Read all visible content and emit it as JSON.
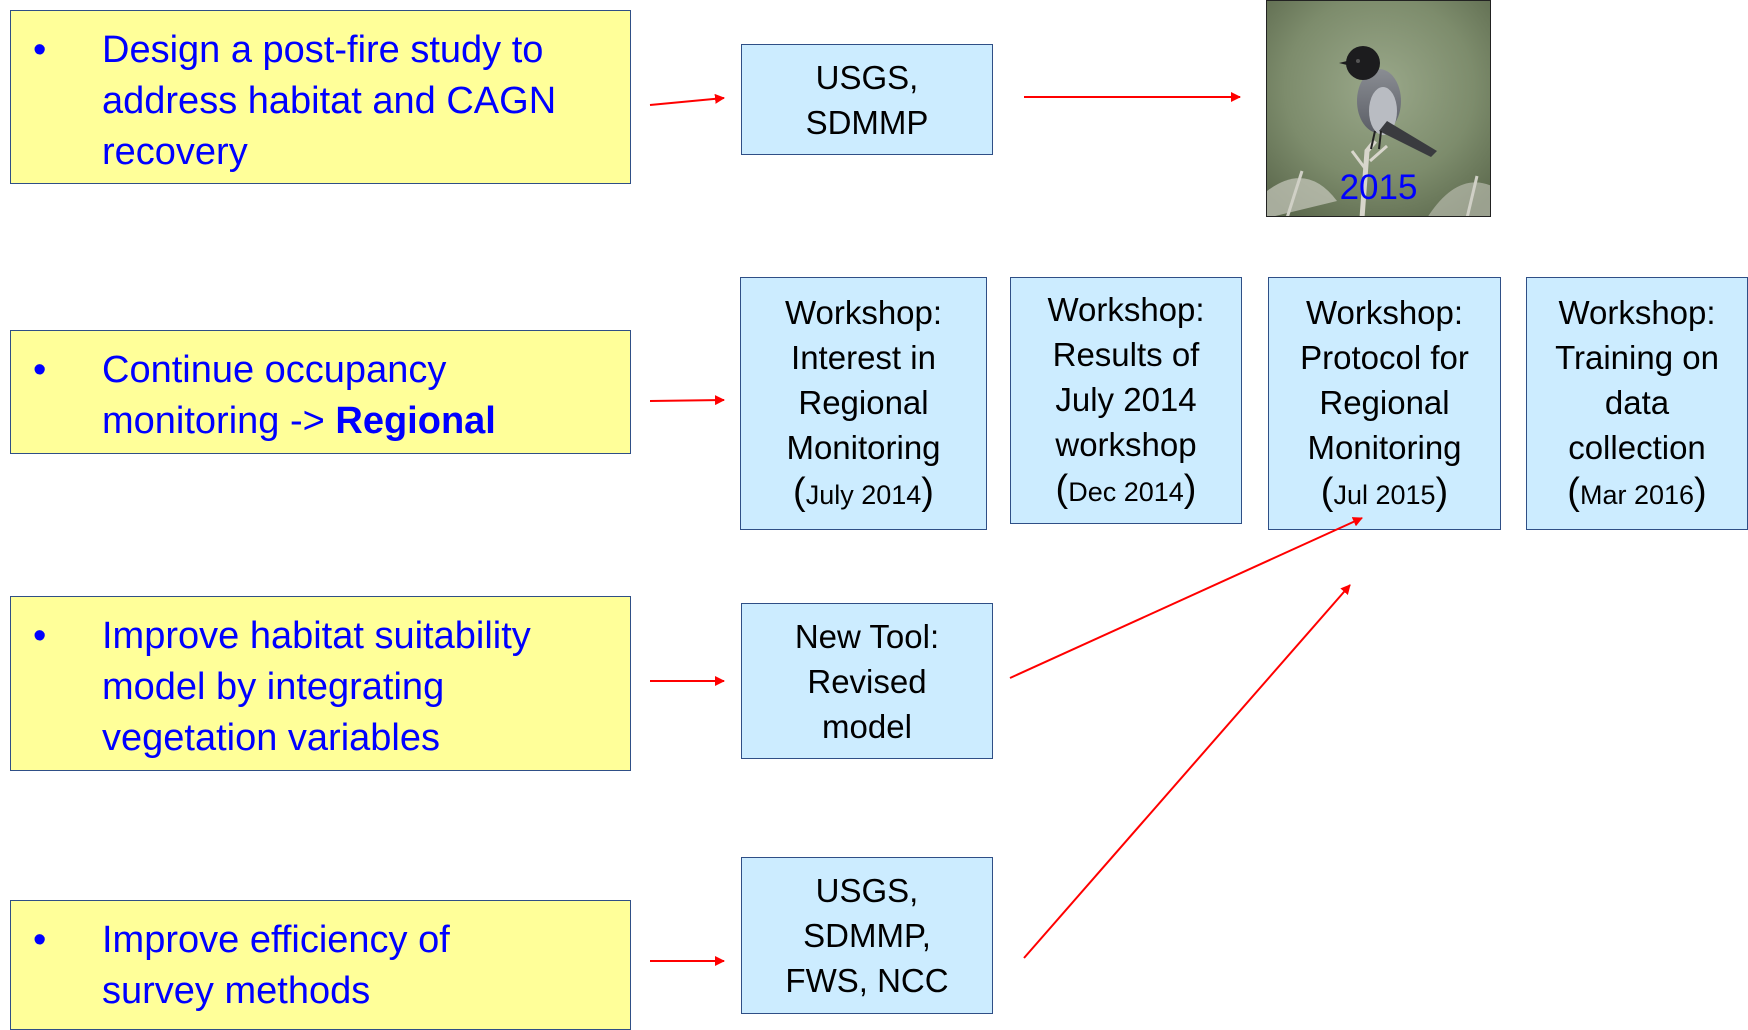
{
  "goals": [
    {
      "bullet": "•",
      "lines": [
        "Design a post-fire study to",
        "address habitat and CAGN",
        "recovery"
      ]
    },
    {
      "bullet": "•",
      "line1": "Continue occupancy",
      "line2_prefix": "monitoring -> ",
      "line2_bold": "Regional"
    },
    {
      "bullet": "•",
      "lines": [
        "Improve habitat suitability",
        "model by integrating",
        "vegetation variables"
      ]
    },
    {
      "bullet": "•",
      "lines": [
        "Improve efficiency of",
        "survey methods"
      ]
    }
  ],
  "outputs": {
    "partners1": [
      "USGS,",
      "SDMMP"
    ],
    "tool": [
      "New Tool:",
      "Revised",
      "model"
    ],
    "partners2": [
      "USGS,",
      "SDMMP,",
      "FWS, NCC"
    ]
  },
  "workshops": [
    {
      "lines": [
        "Workshop:",
        "Interest in",
        "Regional",
        "Monitoring"
      ],
      "date": "July 2014"
    },
    {
      "lines": [
        "Workshop:",
        "Results of",
        "July 2014",
        "workshop"
      ],
      "date": "Dec 2014"
    },
    {
      "lines": [
        "Workshop:",
        "Protocol for",
        "Regional",
        "Monitoring"
      ],
      "date": "Jul 2015"
    },
    {
      "lines": [
        "Workshop:",
        "Training on",
        "data",
        "collection"
      ],
      "date": "Mar 2016"
    }
  ],
  "photo": {
    "year": "2015",
    "subject": "bird-photo"
  },
  "colors": {
    "goal_fill": "#ffff99",
    "goal_text": "#0000ff",
    "box_fill": "#ccecff",
    "arrow": "#ff0000",
    "border": "#2f4f86"
  }
}
